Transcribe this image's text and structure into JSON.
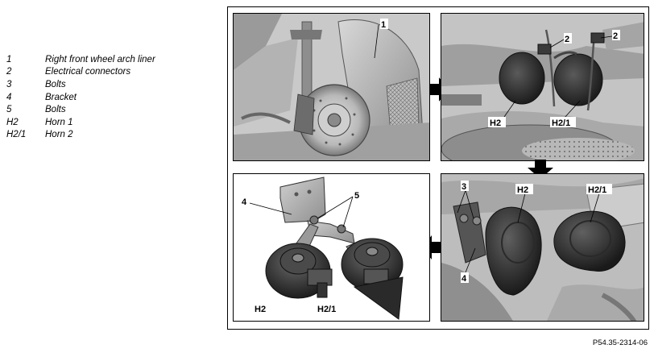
{
  "legend": [
    {
      "key": "1",
      "desc": "Right front wheel arch liner"
    },
    {
      "key": "2",
      "desc": "Electrical connectors"
    },
    {
      "key": "3",
      "desc": "Bolts"
    },
    {
      "key": "4",
      "desc": "Bracket"
    },
    {
      "key": "5",
      "desc": "Bolts"
    },
    {
      "key": "H2",
      "desc": "Horn 1"
    },
    {
      "key": "H2/1",
      "desc": "Horn 2"
    }
  ],
  "callouts": {
    "p1_1": "1",
    "p2_2a": "2",
    "p2_2b": "2",
    "p2_h2": "H2",
    "p2_h21": "H2/1",
    "p3_4": "4",
    "p3_5": "5",
    "p3_h2": "H2",
    "p3_h21": "H2/1",
    "p4_3": "3",
    "p4_4": "4",
    "p4_h2": "H2",
    "p4_h21": "H2/1"
  },
  "footer": "P54.35-2314-06"
}
